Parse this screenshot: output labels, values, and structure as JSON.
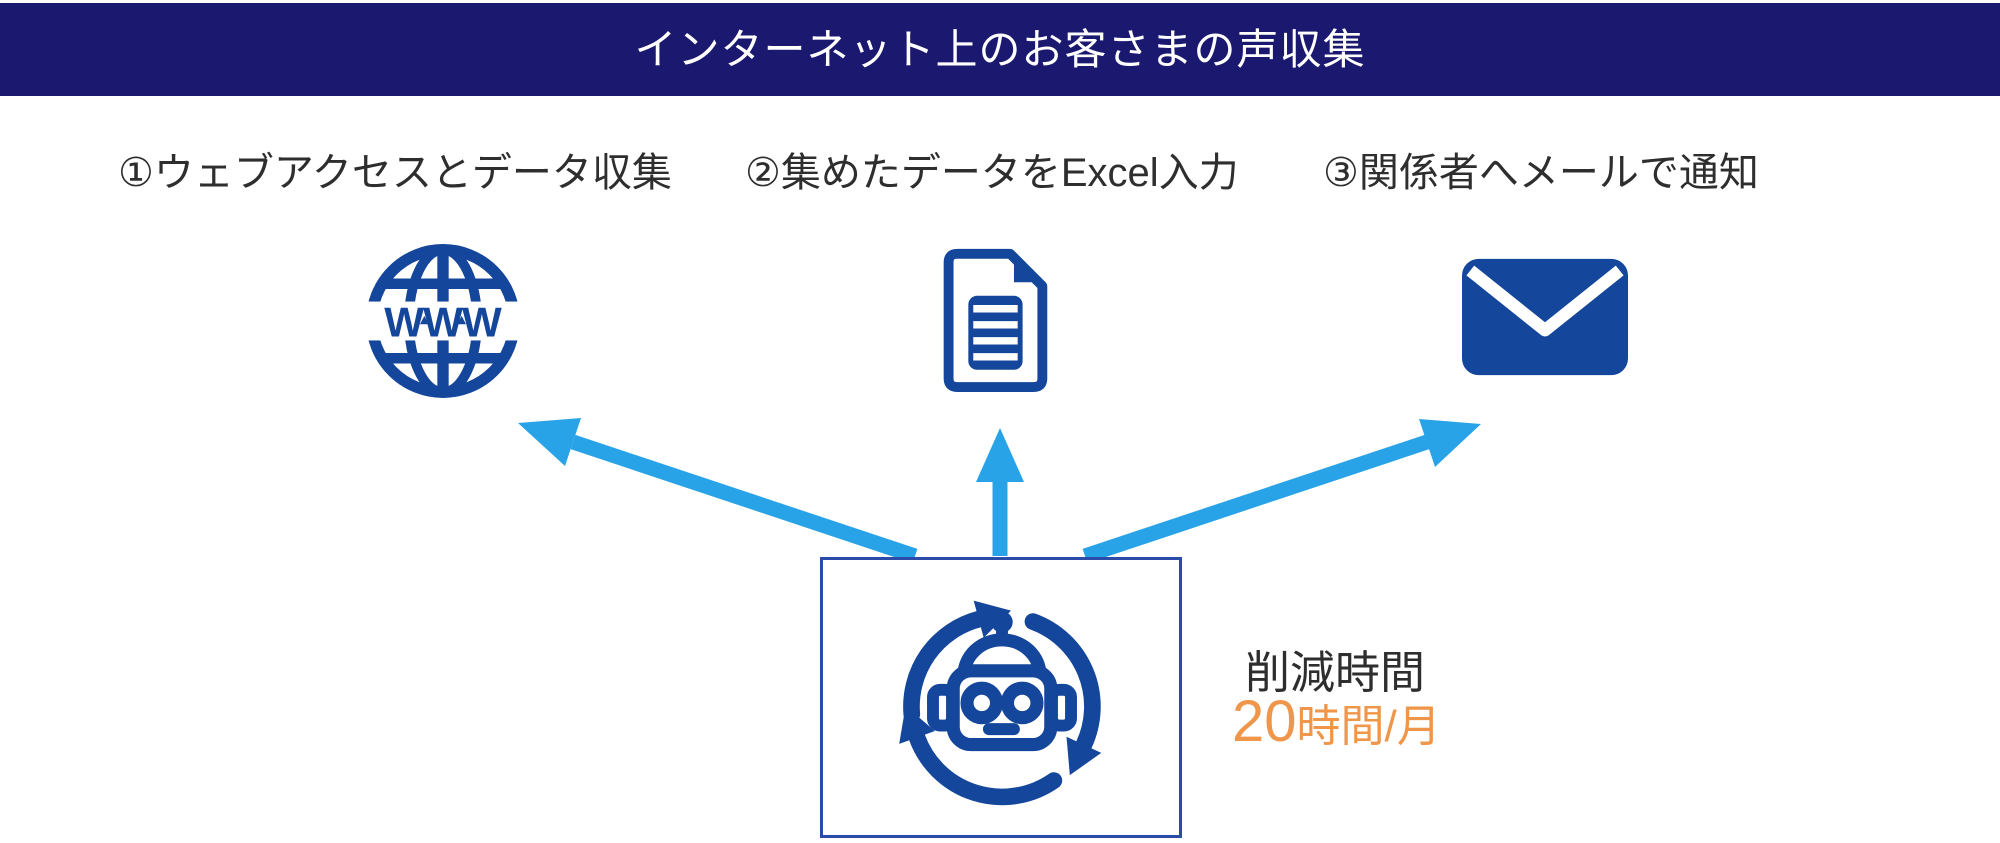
{
  "banner": {
    "title": "インターネット上のお客さまの声収集"
  },
  "steps": [
    {
      "label": "①ウェブアクセスとデータ収集",
      "icon": "www-globe-icon"
    },
    {
      "label": "②集めたデータをExcel入力",
      "icon": "document-icon"
    },
    {
      "label": "③関係者へメールで通知",
      "icon": "mail-icon"
    }
  ],
  "robot": {
    "icon": "rpa-robot-sync-icon"
  },
  "savings": {
    "label": "削減時間",
    "value": "20",
    "unit": "時間/月"
  },
  "colors": {
    "banner_bg": "#1B186F",
    "banner_fg": "#FFFFFF",
    "icon_blue": "#14469B",
    "arrow_blue": "#29A3E8",
    "box_border": "#2B4BA8",
    "text_dark": "#2E2E2E",
    "accent_orange": "#F0964A"
  }
}
